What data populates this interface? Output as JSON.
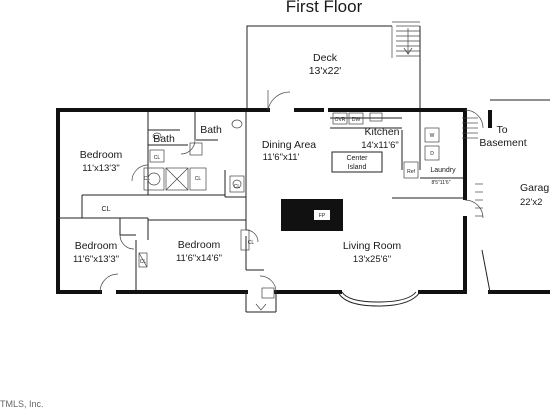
{
  "title": "First Floor",
  "rooms": {
    "deck": {
      "name": "Deck",
      "dim": "13'x22'"
    },
    "bedroom1": {
      "name": "Bedroom",
      "dim": "11'x13'3\""
    },
    "bath1": {
      "name": "Bath"
    },
    "bath2": {
      "name": "Bath"
    },
    "dining": {
      "name": "Dining Area",
      "dim": "11'6\"x11'"
    },
    "kitchen": {
      "name": "Kitchen",
      "dim": "14'x11'6\""
    },
    "center_island": {
      "line1": "Center",
      "line2": "Island"
    },
    "to_basement": {
      "line1": "To",
      "line2": "Basement"
    },
    "garage": {
      "name": "Garag",
      "dim": "22'x2"
    },
    "laundry": {
      "name": "Laundry",
      "dim": "8'5\"11'6\""
    },
    "bedroom2": {
      "name": "Bedroom",
      "dim": "11'6\"x13'3\""
    },
    "bedroom3": {
      "name": "Bedroom",
      "dim": "11'6\"x14'6\""
    },
    "living": {
      "name": "Living Room",
      "dim": "13'x25'6\""
    }
  },
  "fixtures": {
    "closet": "CL",
    "oven": "OVR",
    "dishwasher": "DW",
    "refrigerator": "Ref",
    "washer": "W",
    "dryer": "D",
    "fireplace": "FP"
  },
  "copyright": "TMLS, Inc."
}
